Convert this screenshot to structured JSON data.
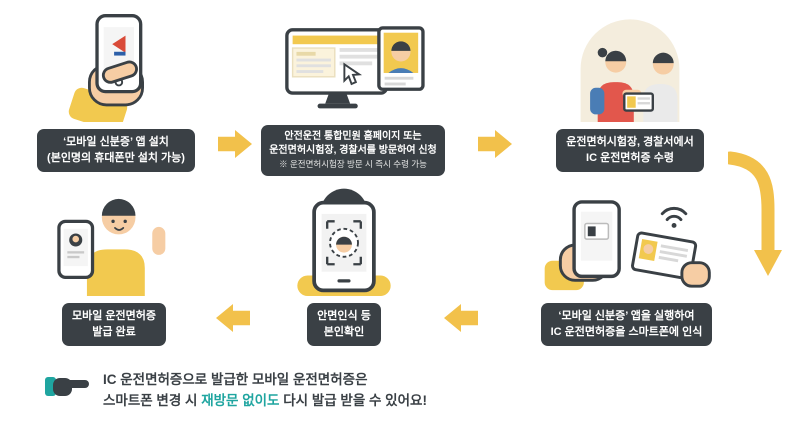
{
  "steps": [
    {
      "line1": "‘모바일 신분증’ 앱 설치",
      "line2": "(본인명의 휴대폰만 설치 가능)"
    },
    {
      "line1": "안전운전 통합민원 홈페이지 또는",
      "line2": "운전면허시험장, 경찰서를 방문하여 신청",
      "line3": "※ 운전면허시험장 방문 시 즉시 수령 가능"
    },
    {
      "line1": "운전면허시험장, 경찰서에서",
      "line2": "IC 운전면허증 수령"
    },
    {
      "line1": "‘모바일 신분증’ 앱을 실행하여",
      "line2": "IC 운전면허증을 스마트폰에 인식"
    },
    {
      "line1": "안면인식 등",
      "line2": "본인확인"
    },
    {
      "line1": "모바일 운전면허증",
      "line2": "발급 완료"
    }
  ],
  "footer": {
    "line1": "IC 운전면허증으로 발급한 모바일 운전면허증은",
    "line2_before": "스마트폰 변경 시 ",
    "line2_highlight": "재방문 없이도",
    "line2_after": " 다시 발급 받을 수 있어요!"
  },
  "colors": {
    "label_bg": "#3A4045",
    "arrow_yellow": "#F2C14B",
    "highlight_teal": "#1FA5A0",
    "accent_red": "#E2574C",
    "accent_cream": "#F4EDDD",
    "accent_skin": "#F6CDA4",
    "accent_shirt_yellow": "#F2C94F"
  },
  "illustrations": {
    "step1": "hand-installing-app-on-phone",
    "step2": "website-application-on-monitor",
    "step3": "receiving-ic-license-at-office",
    "step4": "phone-scanning-ic-license-nfc",
    "step5": "face-recognition-on-phone",
    "step6": "person-showing-mobile-license",
    "footer": "pointing-hand"
  }
}
